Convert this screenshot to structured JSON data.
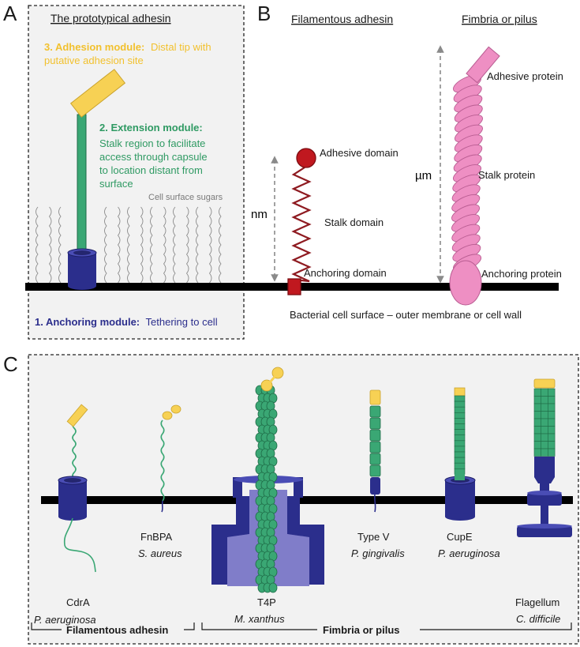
{
  "panels": {
    "a": "A",
    "b": "B",
    "c": "C"
  },
  "panel_a": {
    "title": "The prototypical adhesin",
    "adhesion": {
      "num": "3. Adhesion module:",
      "desc1": "Distal tip with",
      "desc2": "putative adhesion site"
    },
    "extension": {
      "num": "2. Extension module:",
      "desc": [
        "Stalk region to facilitate",
        "access through capsule",
        "to location distant from",
        "surface"
      ]
    },
    "sugars": "Cell surface sugars",
    "anchoring": {
      "num": "1. Anchoring module:",
      "desc": "Tethering to cell"
    }
  },
  "panel_b": {
    "filamentous_title": "Filamentous adhesin",
    "fimbria_title": "Fimbria or pilus",
    "nm": "nm",
    "um": "µm",
    "adhesive_domain": "Adhesive domain",
    "stalk_domain": "Stalk domain",
    "anchoring_domain": "Anchoring domain",
    "adhesive_protein": "Adhesive protein",
    "stalk_protein": "Stalk protein",
    "anchoring_protein": "Anchoring protein",
    "surface": "Bacterial cell surface – outer membrane or cell wall"
  },
  "panel_c": {
    "cdra": {
      "name": "CdrA",
      "species": "P. aeruginosa"
    },
    "fnbpa": {
      "name": "FnBPA",
      "species": "S. aureus"
    },
    "t4p": {
      "name": "T4P",
      "species": "M. xanthus"
    },
    "typev": {
      "name": "Type V",
      "species": "P. gingivalis"
    },
    "cupe": {
      "name": "CupE",
      "species": "P. aeruginosa"
    },
    "flagellum": {
      "name": "Flagellum",
      "species": "C. difficile"
    },
    "group_filamentous": "Filamentous adhesin",
    "group_fimbria": "Fimbria or pilus"
  },
  "colors": {
    "yellow": "#F7D154",
    "green": "#3AA774",
    "navy": "#2B2E8C",
    "red": "#B0171F",
    "pink": "#EE8FC3",
    "purple": "#8A87CF",
    "panel_bg": "#F2F2F2",
    "navy_text": "#2B2E8C",
    "yellow_text": "#F2C12E",
    "green_text": "#2F9A63",
    "gray_text": "#7A7A7A"
  }
}
